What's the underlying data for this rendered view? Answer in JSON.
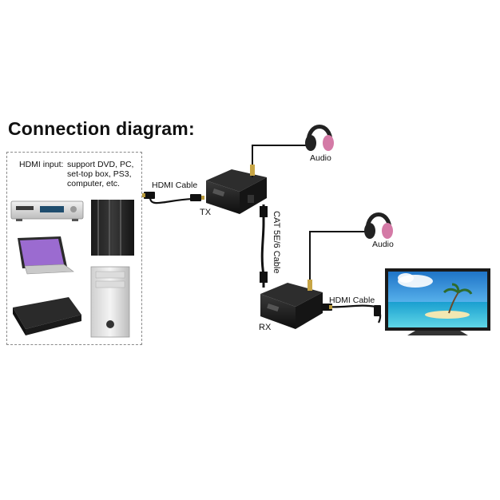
{
  "title": "Connection diagram:",
  "source": {
    "input_label": "HDMI input:",
    "support_lines": [
      "support DVD, PC,",
      "set-top box, PS3,",
      "computer, etc."
    ]
  },
  "tx": {
    "label": "TX",
    "hdmi_cable_label": "HDMI Cable",
    "audio_label": "Audio"
  },
  "cat_cable_label": "CAT 5E/6 Cable",
  "rx": {
    "label": "RX",
    "hdmi_cable_label": "HDMI Cable",
    "audio_label": "Audio"
  },
  "colors": {
    "device_body": "#1c1c1c",
    "cable": "#111111",
    "connector": "#b99a3a",
    "headphone": "#d47aa6",
    "sky": "#3a9be0",
    "sea": "#2fb8d4"
  }
}
